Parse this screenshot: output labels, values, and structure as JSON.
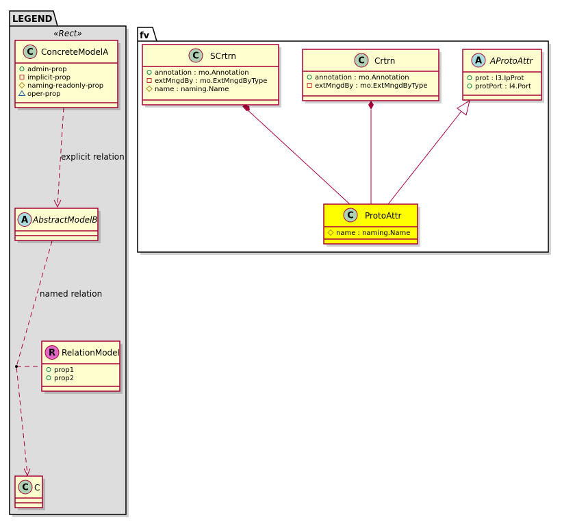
{
  "packages": {
    "legend": {
      "title": "LEGEND",
      "stereotype": "«Rect»"
    },
    "fv": {
      "title": "fv"
    }
  },
  "classes": {
    "concrete_model_a": {
      "name": "ConcreteModelA",
      "kind": "C",
      "badge_color": "#add1b2",
      "fields": [
        {
          "visibility": "public",
          "text": "admin-prop"
        },
        {
          "visibility": "private",
          "text": "implicit-prop"
        },
        {
          "visibility": "protected",
          "text": "naming-readonly-prop"
        },
        {
          "visibility": "package",
          "text": "oper-prop"
        }
      ]
    },
    "abstract_model_b": {
      "name": "AbstractModelB",
      "kind": "A",
      "badge_color": "#a9dcdf",
      "fields": []
    },
    "relation_model": {
      "name": "RelationModel",
      "kind": "R",
      "badge_color": "#e066c8",
      "fields": [
        {
          "visibility": "public",
          "text": "prop1"
        },
        {
          "visibility": "public",
          "text": "prop2"
        }
      ]
    },
    "c": {
      "name": "C",
      "kind": "C",
      "badge_color": "#add1b2",
      "fields": []
    },
    "scrtrn": {
      "name": "SCrtrn",
      "kind": "C",
      "badge_color": "#add1b2",
      "fields": [
        {
          "visibility": "public",
          "text": "annotation : mo.Annotation"
        },
        {
          "visibility": "private",
          "text": "extMngdBy : mo.ExtMngdByType"
        },
        {
          "visibility": "protected",
          "text": "name : naming.Name"
        }
      ]
    },
    "crtrn": {
      "name": "Crtrn",
      "kind": "C",
      "badge_color": "#add1b2",
      "fields": [
        {
          "visibility": "public",
          "text": "annotation : mo.Annotation"
        },
        {
          "visibility": "private",
          "text": "extMngdBy : mo.ExtMngdByType"
        }
      ]
    },
    "aprotoattr": {
      "name": "AProtoAttr",
      "kind": "A",
      "badge_color": "#a9dcdf",
      "fields": [
        {
          "visibility": "public",
          "text": "prot : l3.IpProt"
        },
        {
          "visibility": "public",
          "text": "protPort : l4.Port"
        }
      ]
    },
    "protoattr": {
      "name": "ProtoAttr",
      "kind": "C",
      "badge_color": "#add1b2",
      "highlight_color": "#ffff00",
      "fields": [
        {
          "visibility": "protected",
          "text": "name : naming.Name"
        }
      ]
    }
  },
  "relations": {
    "explicit": {
      "label": "explicit relation",
      "from": "ConcreteModelA",
      "to": "AbstractModelB",
      "type": "dependency"
    },
    "named": {
      "label": "named relation",
      "from": "AbstractModelB",
      "to": "C",
      "association_class": "RelationModel",
      "type": "dependency"
    },
    "scrtrn_protoattr": {
      "from": "SCrtrn",
      "to": "ProtoAttr",
      "type": "composition"
    },
    "crtrn_protoattr": {
      "from": "Crtrn",
      "to": "ProtoAttr",
      "type": "composition"
    },
    "protoattr_aprotoattr": {
      "from": "ProtoAttr",
      "to": "AProtoAttr",
      "type": "inheritance"
    }
  },
  "colors": {
    "line": "#a80036",
    "class_fill": "#fefece",
    "legend_fill": "#dddddd",
    "public": "#038048",
    "private": "#c82930",
    "protected": "#b38d22",
    "package": "#1963a0"
  }
}
